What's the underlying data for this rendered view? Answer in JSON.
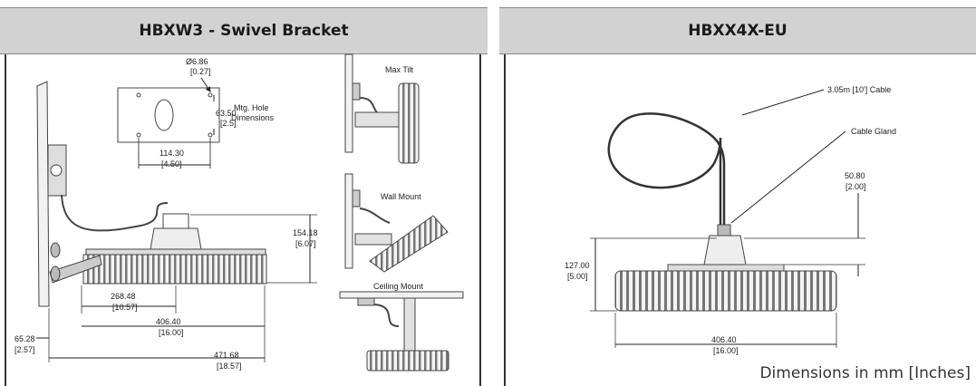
{
  "left": {
    "title": "HBXW3 - Swivel Bracket",
    "hole_dia": "Ø6.86",
    "hole_dia_in": "[0.27]",
    "hole_spacing_v": "63.50",
    "hole_spacing_v_in": "[2.5]",
    "mtg_label": "Mtg. Hole",
    "mtg_label2": "Dimensions",
    "hole_spacing_h": "114.30",
    "hole_spacing_h_in": "[4.50]",
    "height": "154.18",
    "height_in": "[6.07]",
    "offset": "268.48",
    "offset_in": "[10.57]",
    "diameter": "406.40",
    "diameter_in": "[16.00]",
    "bracket": "65.28",
    "bracket_in": "[2.57]",
    "overall": "471.68",
    "overall_in": "[18.57]",
    "max_tilt": "Max Tilt",
    "wall_mount": "Wall Mount",
    "ceiling_mount": "Ceiling Mount"
  },
  "right": {
    "title": "HBXX4X-EU",
    "cable": "3.05m [10'] Cable",
    "gland": "Cable Gland",
    "gland_h": "50.80",
    "gland_h_in": "[2.00]",
    "height": "127.00",
    "height_in": "[5.00]",
    "diameter": "406.40",
    "diameter_in": "[16.00]",
    "note": "Dimensions in mm [Inches]"
  }
}
